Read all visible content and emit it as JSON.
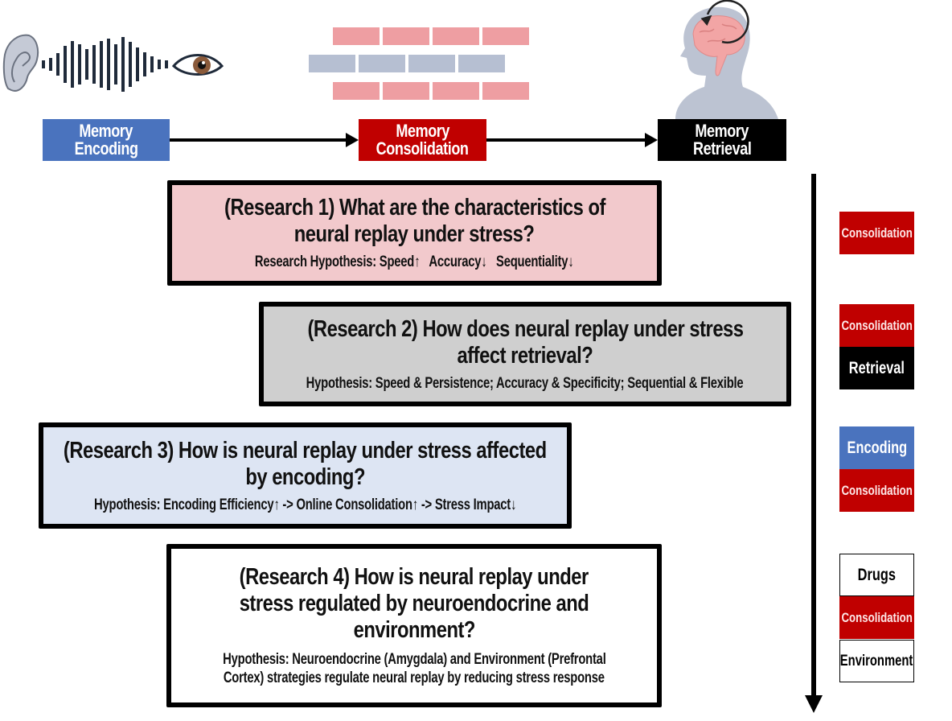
{
  "stages": [
    {
      "line1": "Memory",
      "line2": "Encoding",
      "color": "#4a73be"
    },
    {
      "line1": "Memory",
      "line2": "Consolidation",
      "color": "#c00000"
    },
    {
      "line1": "Memory",
      "line2": "Retrieval",
      "color": "#000000"
    }
  ],
  "icons": {
    "encoding": [
      "ear-icon",
      "sound-wave-icon",
      "eye-icon"
    ],
    "consolidation": "brick-wall-icon",
    "retrieval": "head-brain-replay-icon"
  },
  "research": [
    {
      "title_line1": "(Research 1) What are the characteristics of",
      "title_line2": "neural replay under stress?",
      "hypothesis_line1": "Research Hypothesis: Speed↑   Accuracy↓   Sequentiality↓",
      "background": "#f2c9cc",
      "tags": [
        {
          "label": "Consolidation",
          "style": "red"
        }
      ]
    },
    {
      "title_line1": "(Research 2) How does neural replay under stress",
      "title_line2": "affect retrieval?",
      "hypothesis_line1": "Hypothesis: Speed & Persistence; Accuracy & Specificity; Sequential & Flexible",
      "background": "#cfcfcf",
      "tags": [
        {
          "label": "Consolidation",
          "style": "red"
        },
        {
          "label": "Retrieval",
          "style": "black"
        }
      ]
    },
    {
      "title_line1": "(Research 3) How is neural replay under stress affected",
      "title_line2": "by encoding?",
      "hypothesis_line1": "Hypothesis: Encoding Efficiency↑ -> Online Consolidation↑ -> Stress Impact↓",
      "background": "#dde5f3",
      "tags": [
        {
          "label": "Encoding",
          "style": "blue"
        },
        {
          "label": "Consolidation",
          "style": "red"
        }
      ]
    },
    {
      "title_line1": "(Research 4) How is neural replay under",
      "title_line2": "stress regulated by neuroendocrine and",
      "title_line3": "environment?",
      "hypothesis_line1": "Hypothesis: Neuroendocrine (Amygdala) and Environment (Prefrontal",
      "hypothesis_line2": "Cortex) strategies regulate neural replay by reducing stress response",
      "background": "#ffffff",
      "tags": [
        {
          "label": "Drugs",
          "style": "white"
        },
        {
          "label": "Consolidation",
          "style": "red"
        },
        {
          "label": "Environment",
          "style": "white"
        }
      ]
    }
  ]
}
